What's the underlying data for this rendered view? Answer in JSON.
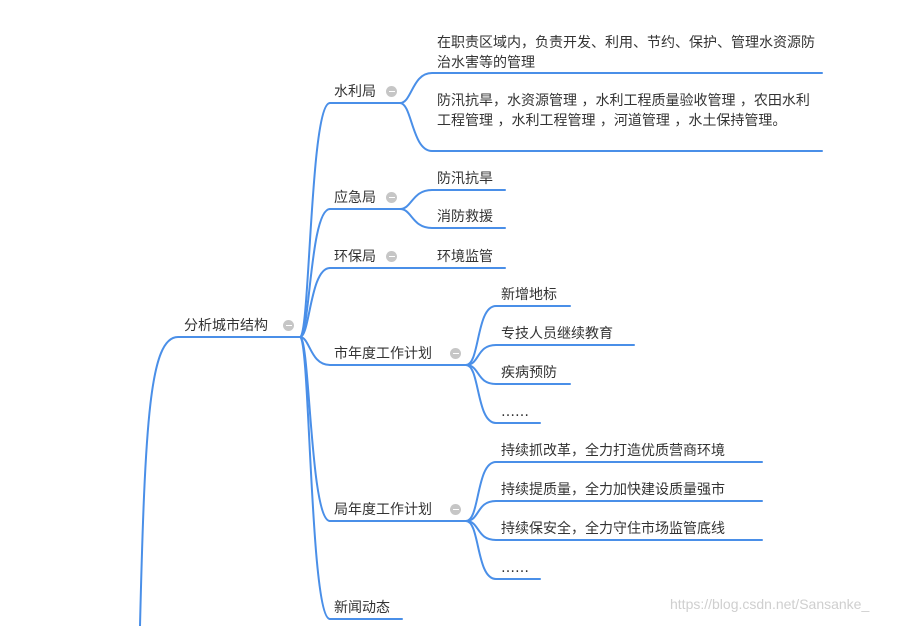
{
  "root": {
    "label": "分析城市结构"
  },
  "branches": [
    {
      "label": "水利局",
      "children": [
        "在职责区域内，负责开发、利用、节约、保护、管理水资源防治水害等的管理",
        "防汛抗旱，水资源管理 ，水利工程质量验收管理 ，农田水利工程管理 ，水利工程管理 ，河道管理 ，水土保持管理。"
      ]
    },
    {
      "label": "应急局",
      "children": [
        "防汛抗旱",
        "消防救援"
      ]
    },
    {
      "label": "环保局",
      "children": [
        "环境监管"
      ]
    },
    {
      "label": "市年度工作计划",
      "children": [
        "新增地标",
        "专技人员继续教育",
        "疾病预防",
        "……"
      ]
    },
    {
      "label": "局年度工作计划",
      "children": [
        "持续抓改革，全力打造优质营商环境",
        "持续提质量，全力加快建设质量强市",
        "持续保安全，全力守住市场监管底线",
        "……"
      ]
    },
    {
      "label": "新闻动态",
      "children": []
    }
  ],
  "watermark": "https://blog.csdn.net/Sansanke_",
  "colors": {
    "line": "#4a8fe8",
    "text": "#333333",
    "toggle": "#c6c6c6"
  }
}
